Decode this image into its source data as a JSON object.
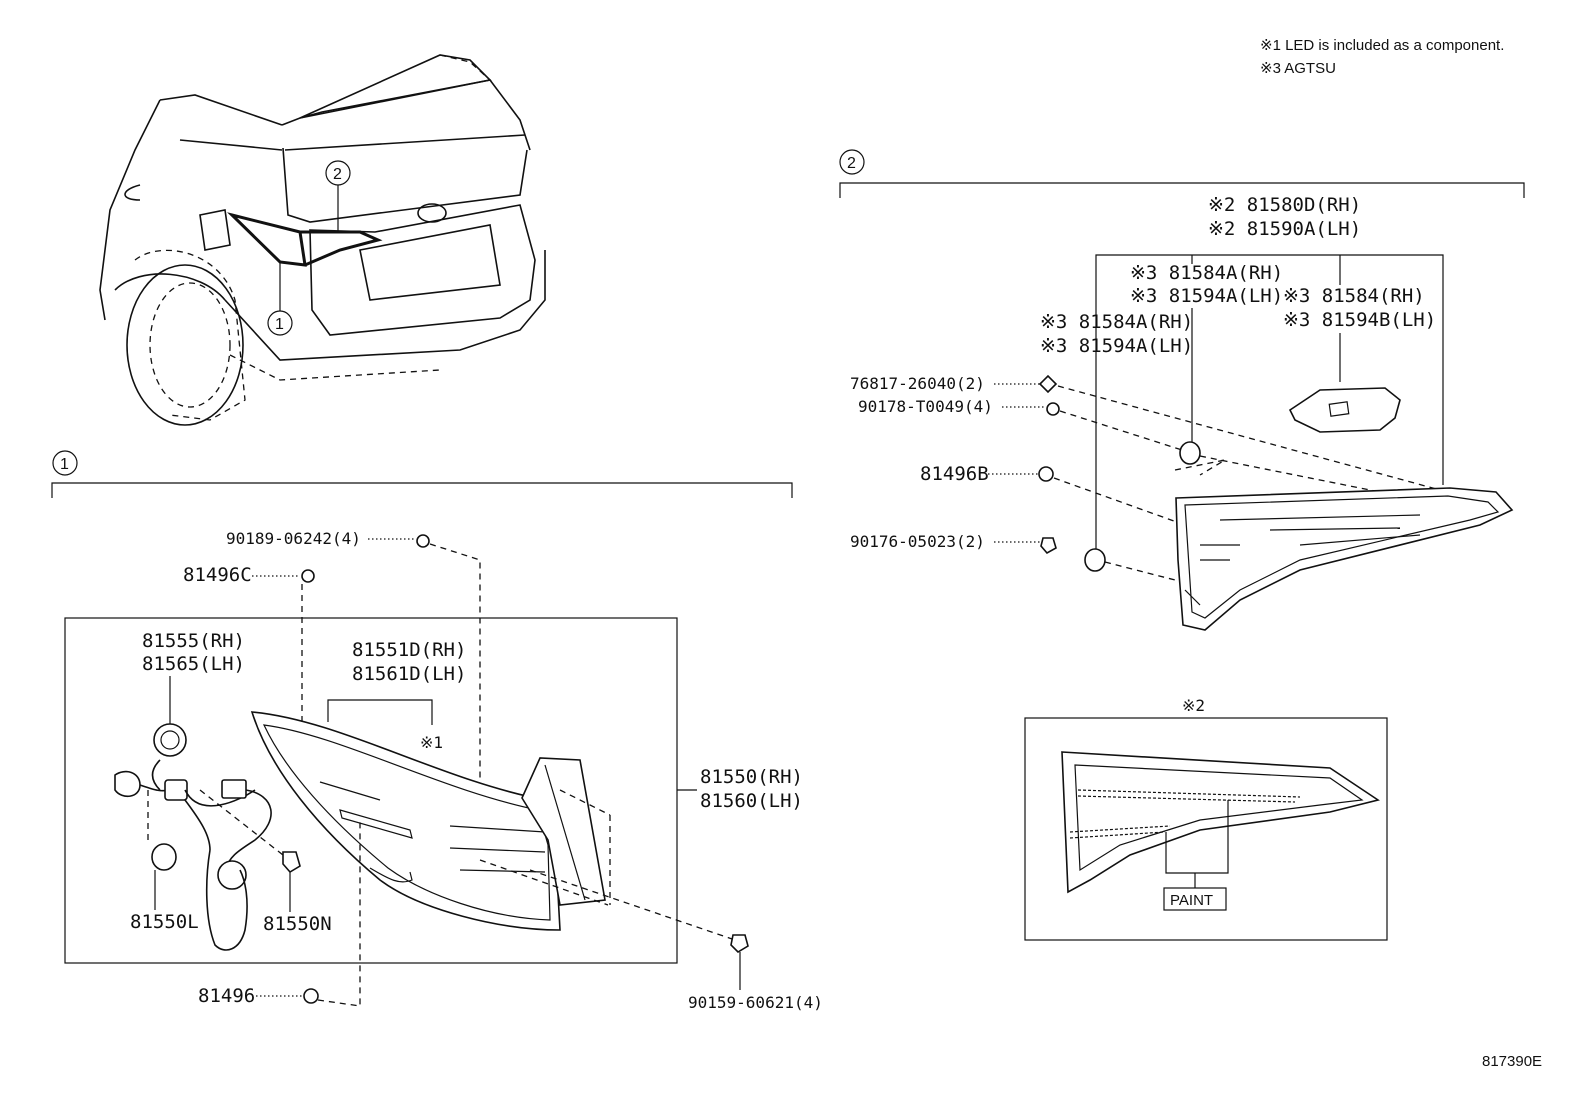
{
  "notes": {
    "n1": "※1 LED is included as a component.",
    "n3": "※3 AGTSU"
  },
  "callouts": {
    "c1": "1",
    "c2": "2"
  },
  "section2": {
    "lamp_rh": "※2 81580D(RH)",
    "lamp_lh": "※2 81590A(LH)",
    "sub_a_rh": "※3 81584A(RH)",
    "sub_a_lh": "※3 81594A(LH)",
    "sub_b_rh": "※3 81584(RH)",
    "sub_b_lh": "※3 81594B(LH)",
    "sub_c_rh": "※3 81584A(RH)",
    "sub_c_lh": "※3 81594A(LH)",
    "p76817": "76817-26040(2)",
    "p90178": "90178-T0049(4)",
    "p81496b": "81496B",
    "p90176": "90176-05023(2)"
  },
  "section1": {
    "p90189": "90189-06242(4)",
    "p81496c": "81496C",
    "socket_rh": "81555(RH)",
    "socket_lh": "81565(LH)",
    "lens_rh": "81551D(RH)",
    "lens_lh": "81561D(LH)",
    "led_ref": "※1",
    "assy_rh": "81550(RH)",
    "assy_lh": "81560(LH)",
    "bulb_l": "81550L",
    "bulb_n": "81550N",
    "p81496": "81496",
    "p90159": "90159-60621(4)"
  },
  "inset": {
    "ref": "※2",
    "paint": "PAINT"
  },
  "diagram_id": "817390E"
}
